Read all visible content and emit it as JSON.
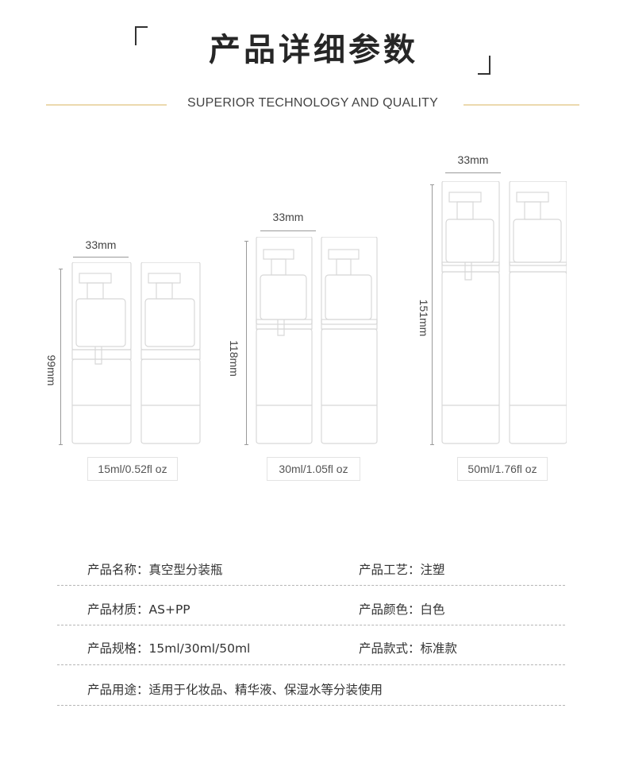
{
  "header": {
    "title": "产品详细参数",
    "subtitle": "SUPERIOR TECHNOLOGY AND QUALITY",
    "accent_line_color": "#ecd9ae"
  },
  "products": [
    {
      "width_label": "33mm",
      "height_label": "99mm",
      "capacity_label": "15ml/0.52fl oz"
    },
    {
      "width_label": "33mm",
      "height_label": "118mm",
      "capacity_label": "30ml/1.05fl oz"
    },
    {
      "width_label": "33mm",
      "height_label": "151mm",
      "capacity_label": "50ml/1.76fl oz"
    }
  ],
  "specs": {
    "name_label": "产品名称：",
    "name_value": "真空型分装瓶",
    "process_label": "产品工艺：",
    "process_value": "注塑",
    "material_label": "产品材质：",
    "material_value": "AS+PP",
    "color_label": "产品颜色：",
    "color_value": "白色",
    "size_label": "产品规格：",
    "size_value": "15ml/30ml/50ml",
    "style_label": "产品款式：",
    "style_value": "标准款",
    "usage_label": "产品用途：",
    "usage_value": "适用于化妆品、精华液、保湿水等分装使用"
  }
}
